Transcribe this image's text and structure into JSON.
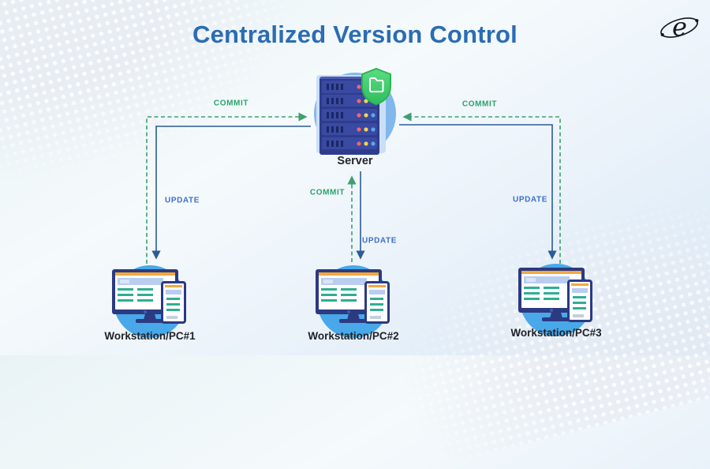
{
  "title": "Centralized Version Control",
  "brand": {
    "logo_letter": "e"
  },
  "colors": {
    "title_blue": "#2b6cb4",
    "commit_green": "#2aa368",
    "update_blue": "#3f6ecb",
    "arrow_blue": "#2b5c95",
    "arrow_green": "#3da06e",
    "server_circle": "#82b7ec",
    "workstation_circle": "#49a8e9",
    "rack_navy": "#2e3c8c",
    "shield_green": "#3fd072",
    "accent_orange": "#f2a93e",
    "accent_teal": "#2fae94"
  },
  "nodes": {
    "server": {
      "label": "Server"
    },
    "workstations": [
      {
        "label": "Workstation/PC#1"
      },
      {
        "label": "Workstation/PC#2"
      },
      {
        "label": "Workstation/PC#3"
      }
    ]
  },
  "edges": [
    {
      "from": "workstation-1",
      "to": "server",
      "type": "commit",
      "label": "COMMIT"
    },
    {
      "from": "server",
      "to": "workstation-1",
      "type": "update",
      "label": "UPDATE"
    },
    {
      "from": "workstation-2",
      "to": "server",
      "type": "commit",
      "label": "COMMIT"
    },
    {
      "from": "server",
      "to": "workstation-2",
      "type": "update",
      "label": "UPDATE"
    },
    {
      "from": "workstation-3",
      "to": "server",
      "type": "commit",
      "label": "COMMIT"
    },
    {
      "from": "server",
      "to": "workstation-3",
      "type": "update",
      "label": "UPDATE"
    }
  ]
}
